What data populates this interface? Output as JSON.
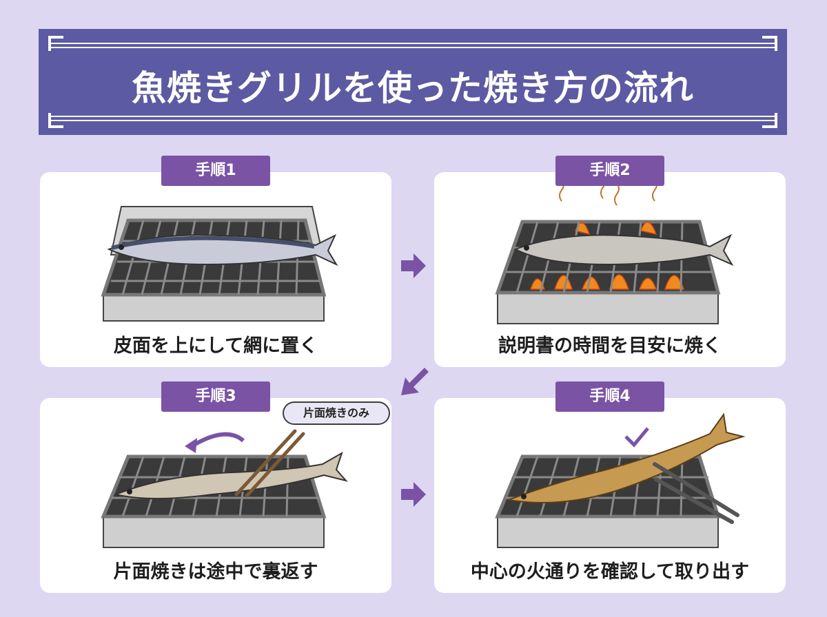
{
  "title": "魚焼きグリルを使った焼き方の流れ",
  "steps": [
    {
      "label": "手順1",
      "caption": "皮面を上にして網に置く"
    },
    {
      "label": "手順2",
      "caption": "説明書の時間を目安に焼く"
    },
    {
      "label": "手順3",
      "caption": "片面焼きは途中で裏返す",
      "note": "片面焼きのみ"
    },
    {
      "label": "手順4",
      "caption": "中心の火通りを確認して取り出す"
    }
  ],
  "colors": {
    "background": "#ddd7f2",
    "banner": "#5b5aa2",
    "step_label": "#7a53a5",
    "arrow": "#7a53a5",
    "flame": "#f08a1e"
  }
}
